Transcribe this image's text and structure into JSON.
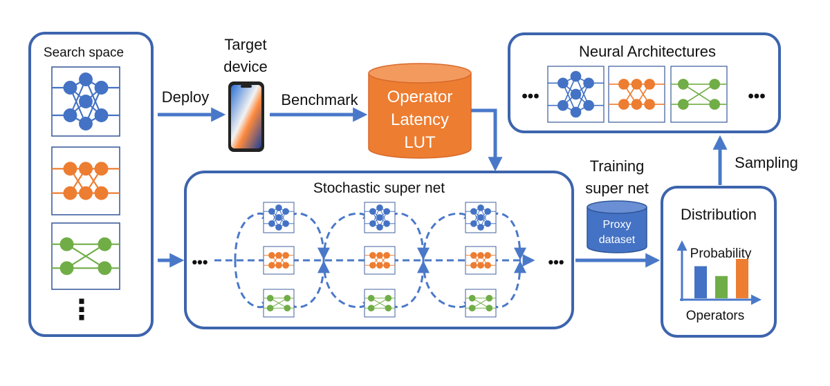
{
  "colors": {
    "frame": "#3d64ad",
    "arrow": "#4a78c9",
    "blue": "#4472c4",
    "orange": "#ed7d31",
    "green": "#70ad47",
    "nn_box": "#3f5f9f",
    "nn_line": "#4472c4",
    "db_orange": "#ed7d31",
    "db_blue": "#4472c4"
  },
  "labels": {
    "search_space": "Search space",
    "target_device_line1": "Target",
    "target_device_line2": "device",
    "deploy": "Deploy",
    "benchmark": "Benchmark",
    "lut_line1": "Operator",
    "lut_line2": "Latency",
    "lut_line3": "LUT",
    "neural_architectures": "Neural Architectures",
    "stochastic_super_net": "Stochastic super net",
    "training_line1": "Training",
    "training_line2": "super net",
    "proxy_line1": "Proxy",
    "proxy_line2": "dataset",
    "sampling": "Sampling",
    "distribution": "Distribution",
    "probability": "Probability",
    "operators": "Operators",
    "ellipsis_h": "•••",
    "ellipsis_v": "⋮"
  },
  "distribution_chart": {
    "bars": [
      {
        "color": "blue",
        "value": 0.62
      },
      {
        "color": "green",
        "value": 0.43
      },
      {
        "color": "orange",
        "value": 0.76
      }
    ]
  }
}
